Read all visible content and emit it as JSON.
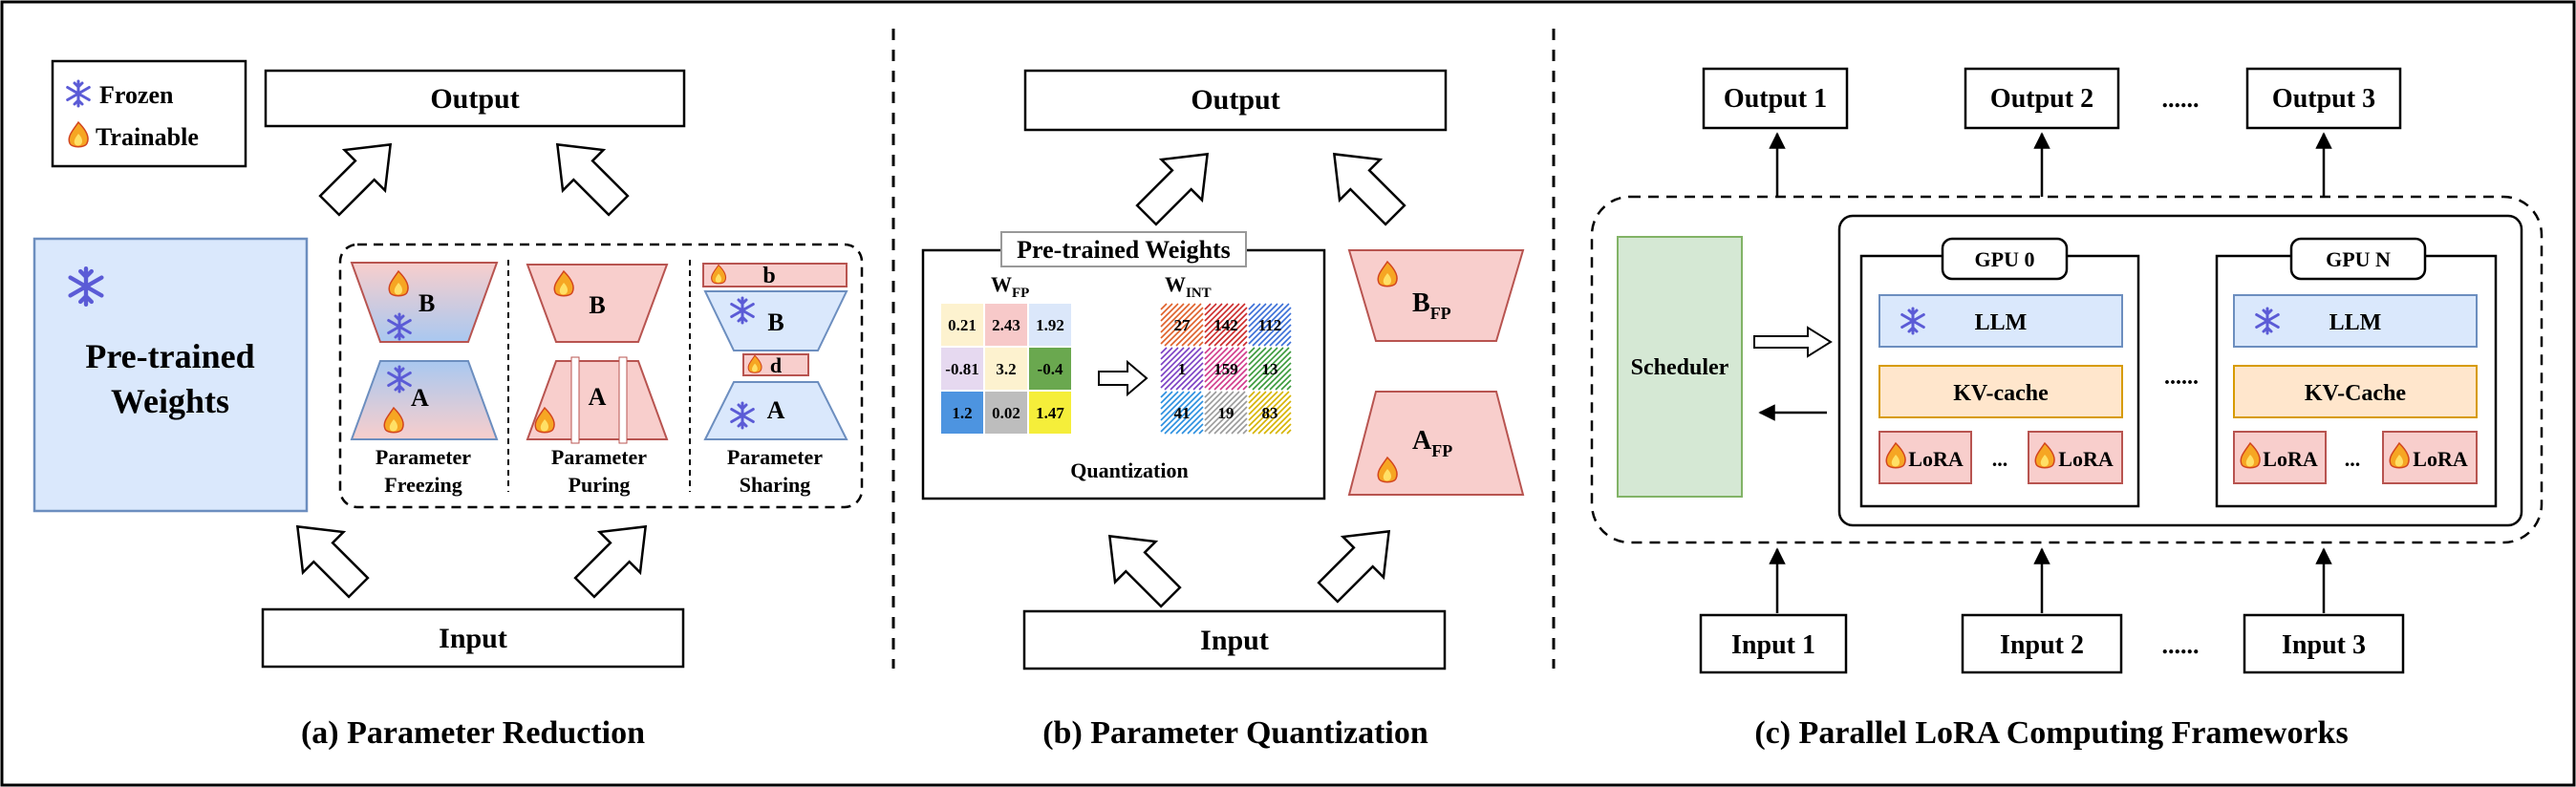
{
  "legend": {
    "frozen": "Frozen",
    "trainable": "Trainable"
  },
  "panel_a": {
    "output": "Output",
    "input": "Input",
    "pretrained_line1": "Pre-trained",
    "pretrained_line2": "Weights",
    "methods": [
      {
        "top": "B",
        "bottom": "A",
        "caption1": "Parameter",
        "caption2": "Freezing"
      },
      {
        "top": "B",
        "bottom": "A",
        "caption1": "Parameter",
        "caption2": "Puring"
      },
      {
        "top": "B",
        "bottom": "A",
        "small_b": "b",
        "small_d": "d",
        "caption1": "Parameter",
        "caption2": "Sharing"
      }
    ],
    "caption": "(a) Parameter Reduction"
  },
  "panel_b": {
    "output": "Output",
    "input": "Input",
    "weights_title": "Pre-trained Weights",
    "wfp_label": "W",
    "wfp_sub": "FP",
    "wint_label": "W",
    "wint_sub": "INT",
    "fp_matrix": [
      [
        "0.21",
        "2.43",
        "1.92"
      ],
      [
        "-0.81",
        "3.2",
        "-0.4"
      ],
      [
        "1.2",
        "0.02",
        "1.47"
      ]
    ],
    "fp_colors": [
      [
        "#fdf2cf",
        "#f7c9c9",
        "#dbe7fa"
      ],
      [
        "#e6d9f0",
        "#fdf2cf",
        "#6aa84f"
      ],
      [
        "#4d94e0",
        "#bdbdbd",
        "#f5ee3a"
      ]
    ],
    "int_matrix": [
      [
        "27",
        "142",
        "112"
      ],
      [
        "1",
        "159",
        "13"
      ],
      [
        "41",
        "19",
        "83"
      ]
    ],
    "int_colors": [
      [
        "#e0612a",
        "#cc2a2a",
        "#3a6fd8"
      ],
      [
        "#7b3fc4",
        "#d23a8a",
        "#3a9a3a"
      ],
      [
        "#2a8fe0",
        "#9a9a9a",
        "#d6b400"
      ]
    ],
    "quant_label": "Quantization",
    "bfp": "B",
    "bfp_sub": "FP",
    "afp": "A",
    "afp_sub": "FP",
    "caption": "(b) Parameter Quantization"
  },
  "panel_c": {
    "outputs": [
      "Output 1",
      "Output 2",
      "Output 3"
    ],
    "inputs": [
      "Input 1",
      "Input 2",
      "Input 3"
    ],
    "ellipsis": "......",
    "scheduler": "Scheduler",
    "gpus": [
      {
        "name": "GPU 0",
        "llm": "LLM",
        "kv": "KV-cache",
        "lora": "LoRA"
      },
      {
        "name": "GPU N",
        "llm": "LLM",
        "kv": "KV-Cache",
        "lora": "LoRA"
      }
    ],
    "dots": "...",
    "caption": "(c) Parallel LoRA Computing Frameworks"
  },
  "colors": {
    "frozen_blue": "#dae8fc",
    "frozen_blue_border": "#6c8ebf",
    "trainable_pink": "#f8cecc",
    "trainable_pink_border": "#b85450",
    "scheduler_green": "#d5e8d4",
    "scheduler_green_border": "#82b366",
    "kv_orange": "#ffe6cc",
    "kv_orange_border": "#d79b00",
    "snowflake": "#5b5bd6",
    "flame": "#f0a020"
  },
  "icons": {
    "frozen": "snowflake-icon",
    "trainable": "flame-icon"
  }
}
